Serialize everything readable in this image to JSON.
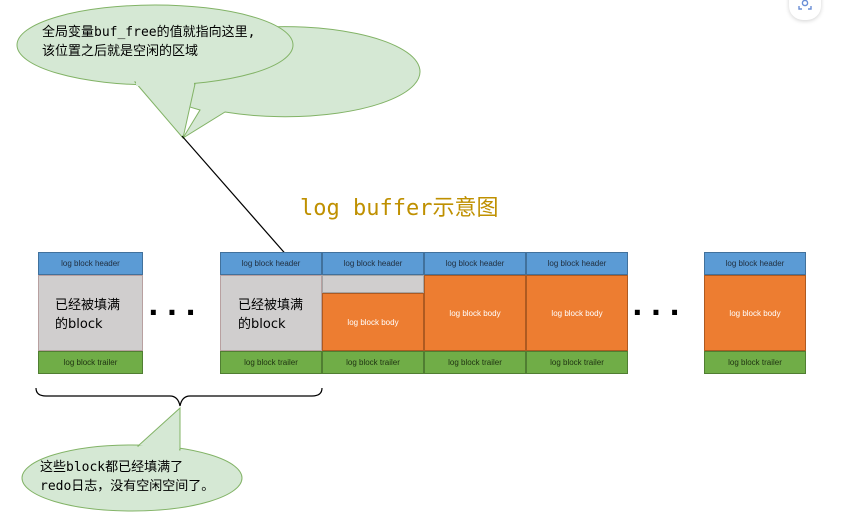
{
  "title": "log buffer示意图",
  "callout_top": {
    "line1": "全局变量buf_free的值就指向这里,",
    "line2": "该位置之后就是空闲的区域"
  },
  "callout_bottom": {
    "line1": "这些block都已经填满了",
    "line2": "redo日志，没有空闲空间了。"
  },
  "block_labels": {
    "header": "log block header",
    "body": "log block body",
    "trailer": "log block trailer",
    "filled_line1": "已经被填满",
    "filled_line2": "的block"
  },
  "ellipsis": "...",
  "colors": {
    "header": "#5b9bd5",
    "body_used": "#ed7d31",
    "body_filled": "#d0cece",
    "trailer": "#70ad47",
    "callout_fill": "#d5e8d4",
    "title": "#bf9000"
  },
  "icons": {
    "corner": "scan-icon"
  }
}
